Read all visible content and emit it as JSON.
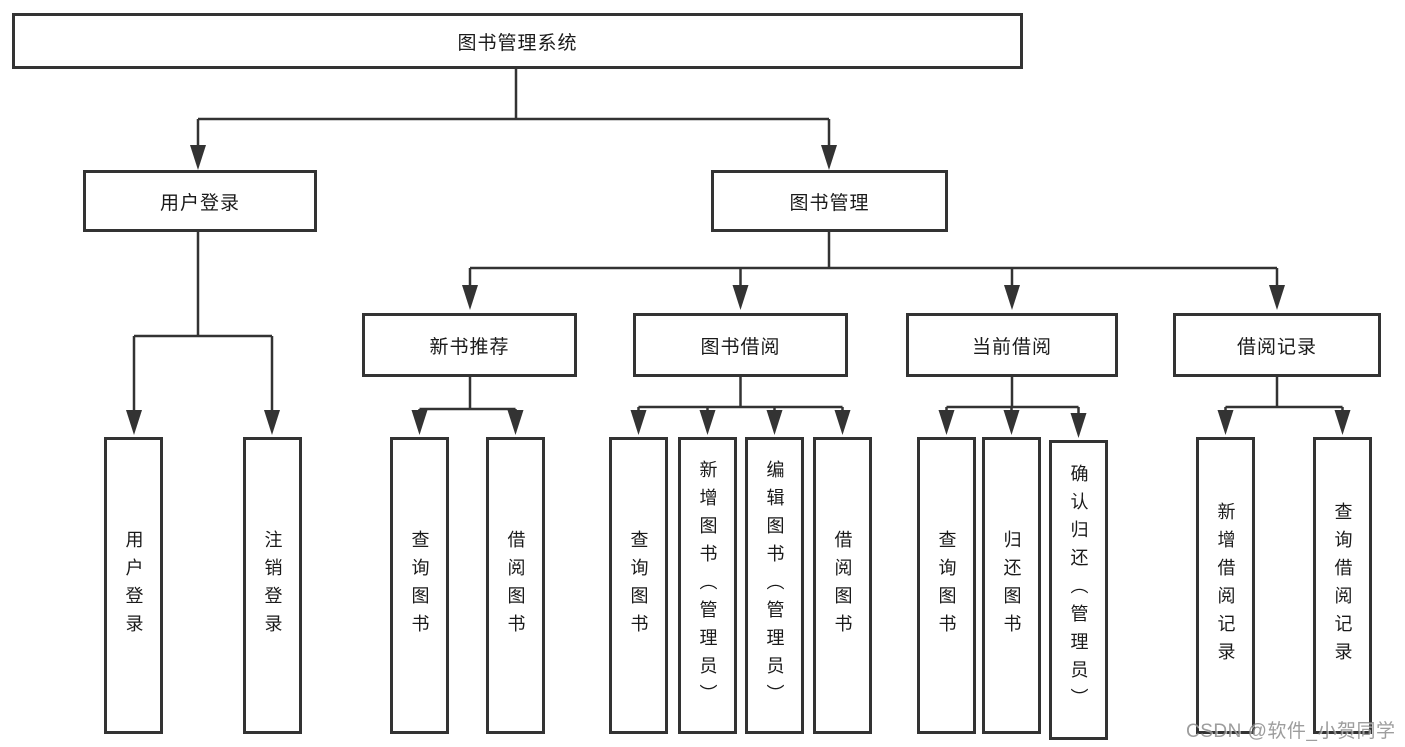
{
  "tree": {
    "root": {
      "label": "图书管理系统"
    },
    "branches": {
      "user_login": {
        "label": "用户登录",
        "children": [
          {
            "label": "用户登录"
          },
          {
            "label": "注销登录"
          }
        ]
      },
      "book_management": {
        "label": "图书管理",
        "children": [
          {
            "label": "新书推荐",
            "children": [
              {
                "label": "查询图书"
              },
              {
                "label": "借阅图书"
              }
            ]
          },
          {
            "label": "图书借阅",
            "children": [
              {
                "label": "查询图书"
              },
              {
                "label": "新增图书（管理员）"
              },
              {
                "label": "编辑图书（管理员）"
              },
              {
                "label": "借阅图书"
              }
            ]
          },
          {
            "label": "当前借阅",
            "children": [
              {
                "label": "查询图书"
              },
              {
                "label": "归还图书"
              },
              {
                "label": "确认归还（管理员）"
              }
            ]
          },
          {
            "label": "借阅记录",
            "children": [
              {
                "label": "新增借阅记录"
              },
              {
                "label": "查询借阅记录"
              }
            ]
          }
        ]
      }
    }
  },
  "watermark": {
    "text": "CSDN @软件_小贺同学"
  },
  "colors": {
    "line": "#333333",
    "box_border": "#333333",
    "text": "#1a1a1a",
    "watermark": "#828282",
    "background": "#ffffff"
  }
}
